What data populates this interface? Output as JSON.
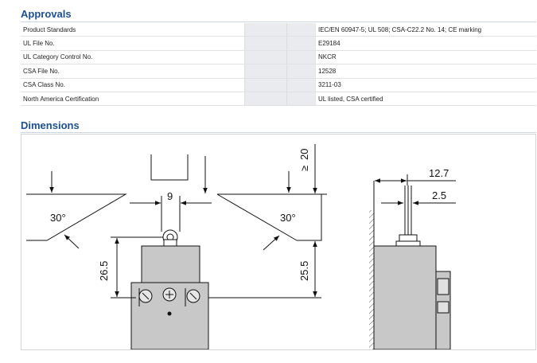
{
  "approvals": {
    "title": "Approvals",
    "rows": [
      {
        "label": "Product Standards",
        "value": "IEC/EN 60947-5; UL 508; CSA-C22.2 No. 14; CE marking"
      },
      {
        "label": "UL File No.",
        "value": "E29184"
      },
      {
        "label": "UL Category Control No.",
        "value": "NKCR"
      },
      {
        "label": "CSA File No.",
        "value": "12528"
      },
      {
        "label": "CSA Class No.",
        "value": "3211-03"
      },
      {
        "label": "North America Certification",
        "value": "UL listed, CSA certified"
      }
    ]
  },
  "dimensions": {
    "title": "Dimensions",
    "labels": {
      "angle_left": "30°",
      "angle_right": "30°",
      "width_9": "9",
      "height_26_5": "26.5",
      "height_25_5": "25.5",
      "travel_20": "20",
      "ge_symbol": "≥",
      "side_12_7": "12.7",
      "side_2_5": "2.5"
    }
  }
}
